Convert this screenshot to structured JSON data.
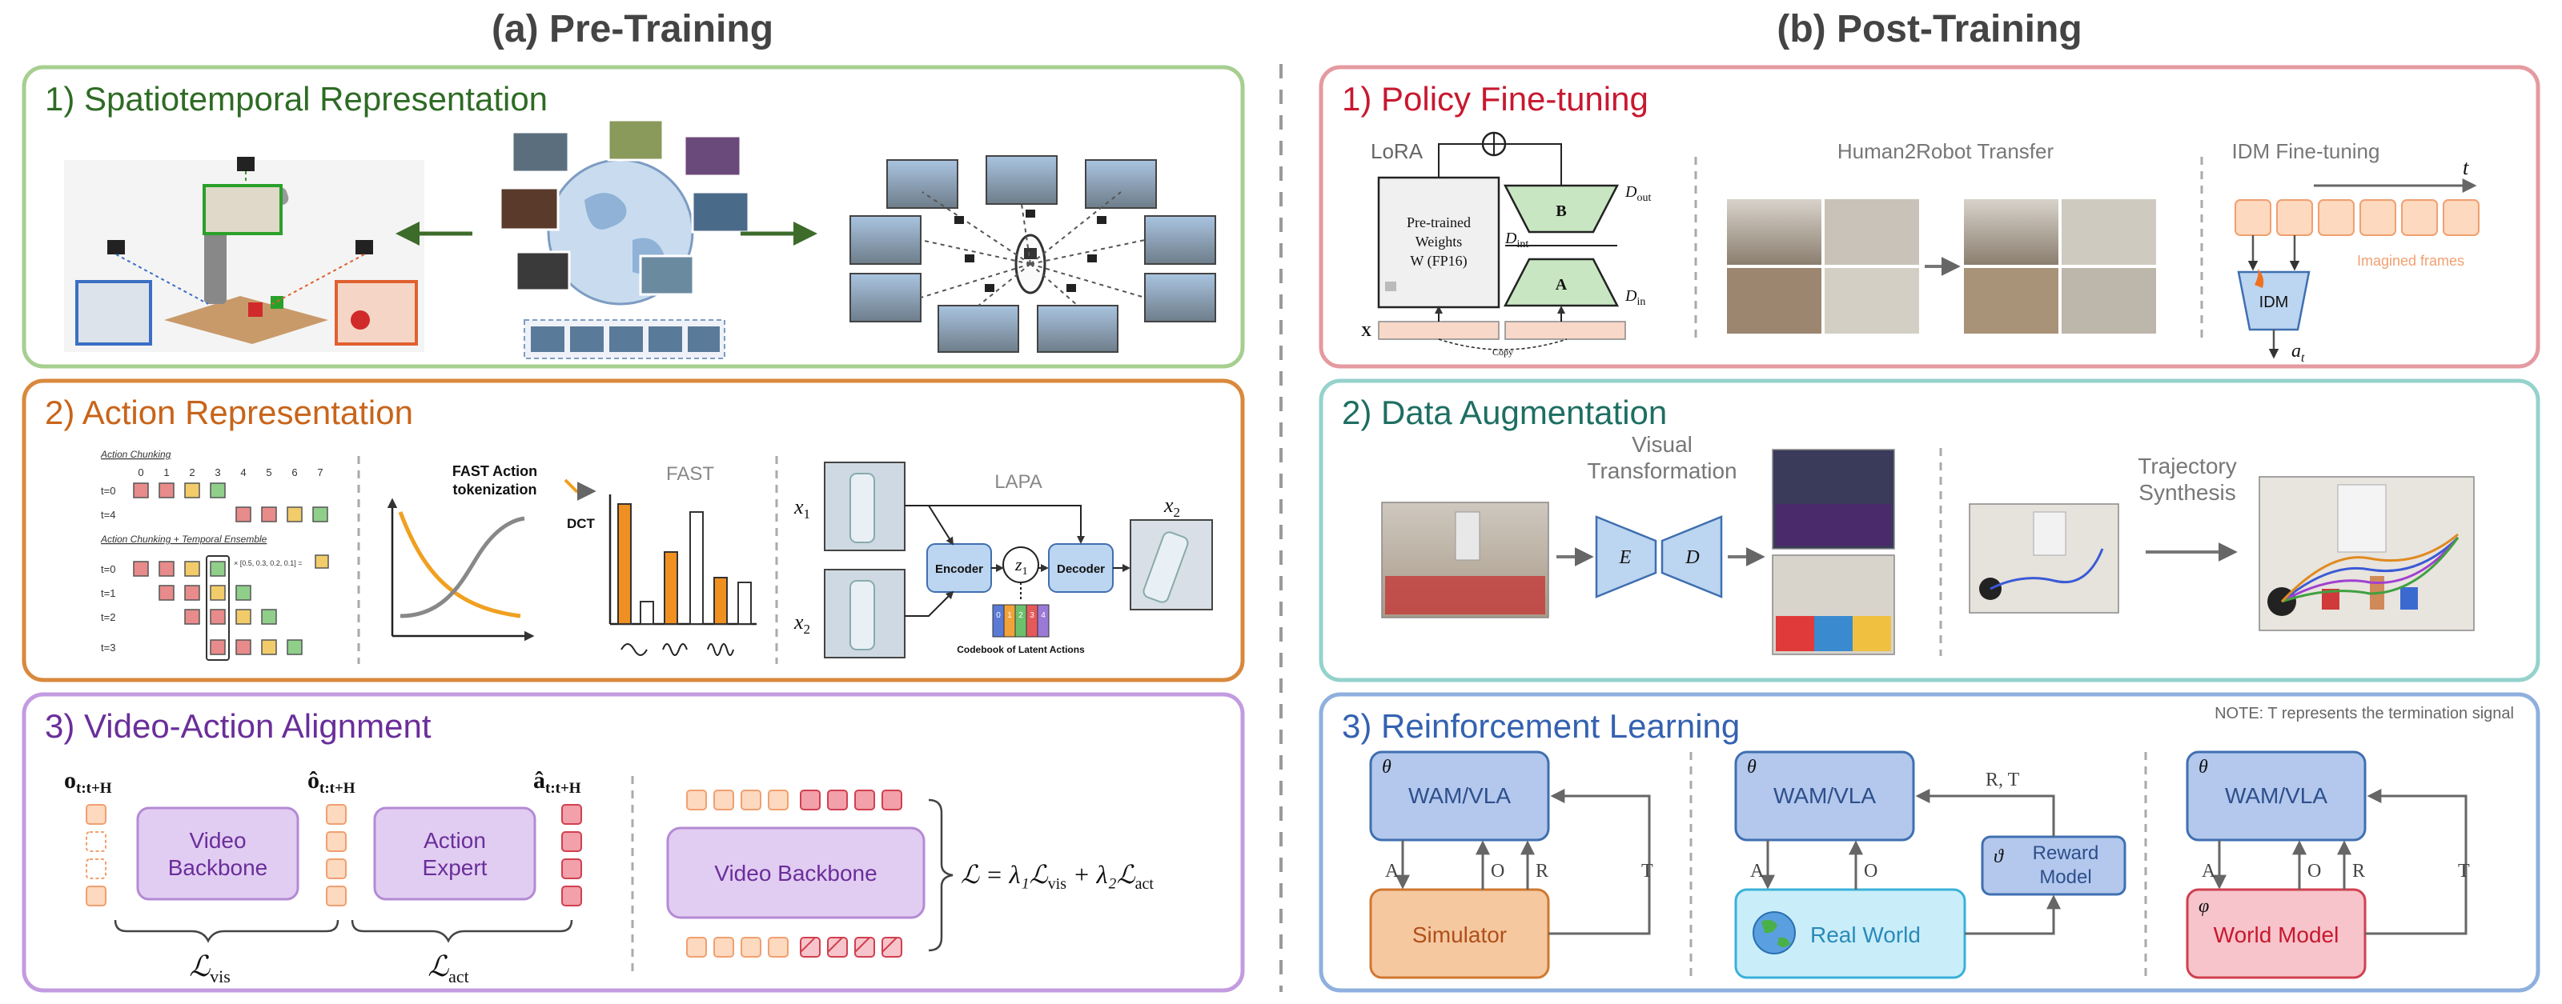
{
  "headings": {
    "pre": "(a) Pre-Training",
    "post": "(b) Post-Training"
  },
  "panels": {
    "p1": {
      "title": "1) Spatiotemporal Representation",
      "color": "#2e6b24",
      "border": "#a6cf90"
    },
    "p2": {
      "title": "2) Action Representation",
      "color": "#c8641a",
      "border": "#d9893d"
    },
    "p3": {
      "title": "3) Video-Action Alignment",
      "color": "#6a2e9a",
      "border": "#c39be0"
    },
    "q1": {
      "title": "1) Policy Fine-tuning",
      "color": "#c8182f",
      "border": "#e49aa0"
    },
    "q2": {
      "title": "2) Data Augmentation",
      "color": "#1e6e62",
      "border": "#95d2cc"
    },
    "q3": {
      "title": "3) Reinforcement Learning",
      "color": "#3462b0",
      "border": "#8fb0de"
    }
  },
  "action_rep": {
    "chunking_title": "Action Chunking",
    "indices": [
      "0",
      "1",
      "2",
      "3",
      "4",
      "5",
      "6",
      "7"
    ],
    "rows_a": [
      "t=0",
      "t=4"
    ],
    "ensemble_title": "Action Chunking + Temporal Ensemble",
    "rows_b": [
      "t=0",
      "t=1",
      "t=2",
      "t=3"
    ],
    "weights": "× [0.5, 0.3, 0.2, 0.1] =",
    "fast_tok": "FAST Action",
    "fast_tok2": "tokenization",
    "dct": "DCT",
    "fast": "FAST",
    "lapa": "LAPA",
    "x1": "x",
    "x1_sub": "1",
    "x2": "x",
    "x2_sub": "2",
    "x2b": "x",
    "x2b_sub": "2",
    "encoder": "Encoder",
    "decoder": "Decoder",
    "z1": "z",
    "z1_sub": "1",
    "codebook": "Codebook of Latent Actions",
    "codes": [
      "0",
      "1",
      "2",
      "3",
      "4"
    ]
  },
  "alignment": {
    "o_label": "o",
    "o_sub": "t:t+H",
    "ohat_label": "ô",
    "ohat_sub": "t:t+H",
    "ahat_label": "â",
    "ahat_sub": "t:t+H",
    "video_backbone_l1": "Video",
    "video_backbone_l2": "Backbone",
    "action_expert_l1": "Action",
    "action_expert_l2": "Expert",
    "loss_vis": "ℒ",
    "loss_vis_sub": "vis",
    "loss_act": "ℒ",
    "loss_act_sub": "act",
    "video_backbone_big": "Video Backbone",
    "equation": "ℒ = λ₁ℒ",
    "equation_sub1": "vis",
    "equation_mid": " + λ₂ℒ",
    "equation_sub2": "act"
  },
  "policy_ft": {
    "lora": "LoRA",
    "pretrained_l1": "Pre-trained",
    "pretrained_l2": "Weights",
    "pretrained_l3": "W (FP16)",
    "b": "B",
    "a": "A",
    "d_out": "D",
    "d_out_sub": "out",
    "d_int": "D",
    "d_int_sub": "int",
    "d_in": "D",
    "d_in_sub": "in",
    "x": "X",
    "copy": "Copy",
    "human2robot": "Human2Robot Transfer",
    "idm_ft": "IDM Fine-tuning",
    "t": "t",
    "imagined": "Imagined frames",
    "idm": "IDM",
    "a_t": "a",
    "a_t_sub": "t"
  },
  "data_aug": {
    "visual_l1": "Visual",
    "visual_l2": "Transformation",
    "e": "E",
    "d": "D",
    "traj_l1": "Trajectory",
    "traj_l2": "Synthesis"
  },
  "rl": {
    "note": "NOTE: T represents the termination signal",
    "theta": "θ",
    "wam": "WAM/VLA",
    "simulator": "Simulator",
    "real_world": "Real World",
    "reward_l1": "Reward",
    "reward_l2": "Model",
    "vartheta": "ϑ",
    "world_model": "World Model",
    "varphi": "φ",
    "A": "A",
    "O": "O",
    "R": "R",
    "T": "T",
    "RT": "R, T"
  }
}
